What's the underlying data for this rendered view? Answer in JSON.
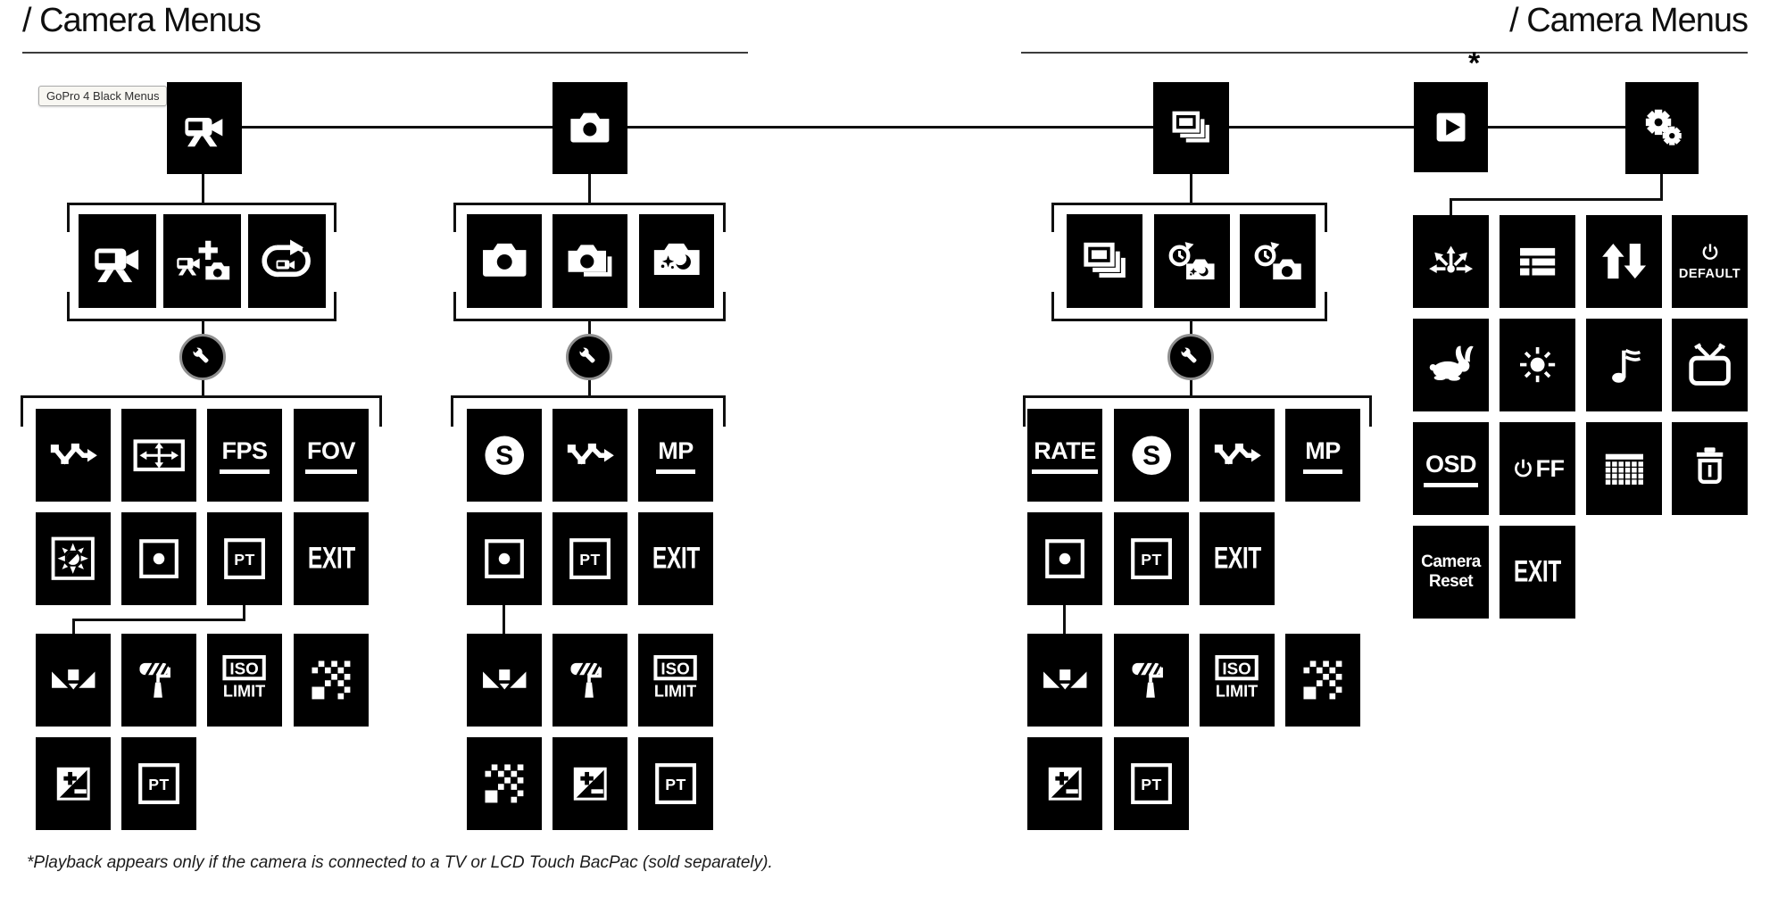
{
  "header": {
    "title_left": "/ Camera Menus",
    "title_right": "/ Camera Menus",
    "badge": "GoPro 4 Black Menus"
  },
  "playback_note": "*",
  "footnote": "*Playback appears only if the camera is connected to a TV or LCD Touch BacPac (sold separately).",
  "colors": {
    "tile": "#000000",
    "icon": "#ffffff",
    "line": "#101010",
    "wrench_ring": "#8f8f8f"
  },
  "top_row": [
    {
      "icon": "video-camera",
      "name": "video-mode"
    },
    {
      "icon": "photo-camera",
      "name": "photo-mode"
    },
    {
      "icon": "burst",
      "name": "multishot-mode"
    },
    {
      "icon": "playback",
      "name": "playback-mode"
    },
    {
      "icon": "gears",
      "name": "setup-mode"
    }
  ],
  "video_modes": [
    {
      "icon": "video-camera",
      "name": "video"
    },
    {
      "icon": "video-plus-photo",
      "name": "video-plus-photo"
    },
    {
      "icon": "looping-video",
      "name": "looping-video"
    }
  ],
  "photo_modes": [
    {
      "icon": "photo-camera",
      "name": "single-photo"
    },
    {
      "icon": "continuous-photo",
      "name": "continuous-photo"
    },
    {
      "icon": "night-photo",
      "name": "night-photo"
    }
  ],
  "multishot_modes": [
    {
      "icon": "burst",
      "name": "burst"
    },
    {
      "icon": "night-lapse",
      "name": "night-lapse"
    },
    {
      "icon": "time-lapse",
      "name": "time-lapse"
    }
  ],
  "video_grid": [
    [
      {
        "icon": "interval"
      },
      {
        "icon": "resolution"
      },
      {
        "label": "FPS",
        "underline": true
      },
      {
        "label": "FOV",
        "underline": true
      }
    ],
    [
      {
        "icon": "low-light"
      },
      {
        "icon": "spot-meter"
      },
      {
        "icon": "protune"
      },
      {
        "label": "EXIT",
        "tall": true
      }
    ],
    [
      {
        "icon": "white-balance"
      },
      {
        "icon": "color-profile"
      },
      {
        "icon": "iso-limit"
      },
      {
        "icon": "sharpness"
      }
    ],
    [
      {
        "icon": "ev-comp"
      },
      {
        "icon": "protune"
      }
    ]
  ],
  "photo_grid": [
    [
      {
        "icon": "shutter"
      },
      {
        "icon": "interval"
      },
      {
        "label": "MP",
        "underline": true
      }
    ],
    [
      {
        "icon": "spot-meter"
      },
      {
        "icon": "protune"
      },
      {
        "label": "EXIT",
        "tall": true
      }
    ],
    [
      {
        "icon": "white-balance"
      },
      {
        "icon": "color-profile"
      },
      {
        "icon": "iso-limit"
      }
    ],
    [
      {
        "icon": "sharpness"
      },
      {
        "icon": "ev-comp"
      },
      {
        "icon": "protune"
      }
    ]
  ],
  "multishot_grid": [
    [
      {
        "label": "RATE",
        "underline": true
      },
      {
        "icon": "shutter"
      },
      {
        "icon": "interval"
      },
      {
        "label": "MP",
        "underline": true
      }
    ],
    [
      {
        "icon": "spot-meter"
      },
      {
        "icon": "protune"
      },
      {
        "label": "EXIT",
        "tall": true
      }
    ],
    [
      {
        "icon": "white-balance"
      },
      {
        "icon": "color-profile"
      },
      {
        "icon": "iso-limit"
      },
      {
        "icon": "sharpness"
      }
    ],
    [
      {
        "icon": "ev-comp"
      },
      {
        "icon": "protune"
      }
    ]
  ],
  "settings_grid": [
    [
      {
        "icon": "orientation"
      },
      {
        "icon": "status-table"
      },
      {
        "icon": "up-down"
      },
      {
        "label": "DEFAULT",
        "power_above": true,
        "name": "default-mode"
      }
    ],
    [
      {
        "icon": "rabbit"
      },
      {
        "icon": "brightness"
      },
      {
        "icon": "music-note"
      },
      {
        "icon": "tv"
      }
    ],
    [
      {
        "label": "OSD",
        "underline": true
      },
      {
        "label": "FF",
        "power_prefix": true,
        "name": "auto-off"
      },
      {
        "icon": "calendar"
      },
      {
        "icon": "trash"
      }
    ],
    [
      {
        "label": "Camera Reset",
        "two_line": true,
        "name": "camera-reset"
      },
      {
        "label": "EXIT",
        "tall": true
      }
    ]
  ]
}
